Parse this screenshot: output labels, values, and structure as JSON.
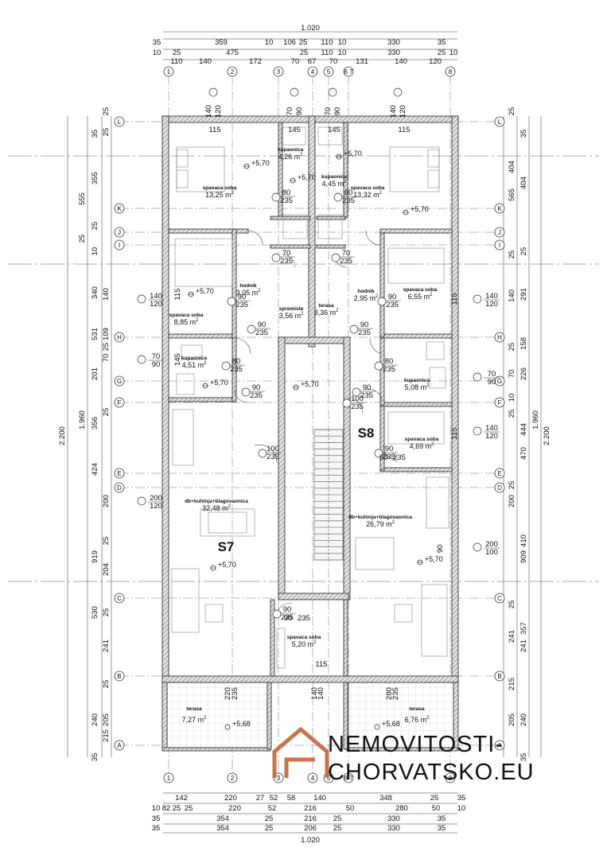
{
  "top_dims": {
    "total": "1.020",
    "row1": [
      "35",
      "359",
      "10",
      "106",
      "25",
      "110",
      "10",
      "330",
      "35"
    ],
    "row2": [
      "10",
      "25",
      "475",
      "25",
      "110",
      "10",
      "330",
      "25",
      "10"
    ],
    "row3": [
      "110",
      "140",
      "172",
      "70",
      "67",
      "70",
      "131",
      "140",
      "120"
    ]
  },
  "bottom_dims": {
    "total": "1.020",
    "row1": [
      "142",
      "220",
      "27",
      "52",
      "58",
      "140",
      "348",
      "25",
      "35"
    ],
    "row2": [
      "10",
      "82",
      "25",
      "25",
      "220",
      "52",
      "216",
      "50",
      "280",
      "50",
      "10"
    ],
    "row3": [
      "35",
      "354",
      "25",
      "216",
      "25",
      "330",
      "35"
    ],
    "row4": [
      "35",
      "354",
      "25",
      "206",
      "25",
      "330",
      "35"
    ]
  },
  "axis_numbers": [
    "1",
    "2",
    "3",
    "4",
    "5",
    "6 7",
    "8"
  ],
  "axis_letters": [
    "L",
    "K",
    "J",
    "I",
    "H",
    "G",
    "F",
    "E",
    "D",
    "C",
    "B",
    "A"
  ],
  "left_dims": {
    "overall": "2.200",
    "mid": "1.960",
    "col1": [
      "35",
      "355",
      "25",
      "10",
      "340",
      "531",
      "201",
      "356",
      "424",
      "919",
      "530",
      "240",
      "35"
    ],
    "col2": [
      "25",
      "25",
      "140",
      "109",
      "25",
      "70",
      "25",
      "200",
      "25",
      "204",
      "25",
      "241",
      "25",
      "205",
      "215"
    ],
    "col3": [
      "555",
      "25"
    ]
  },
  "right_dims": {
    "overall": "2.200",
    "mid": "1.960",
    "col1": [
      "35",
      "404",
      "25",
      "291",
      "158",
      "226",
      "444",
      "470",
      "410",
      "909",
      "357",
      "241",
      "240",
      "35"
    ],
    "col2": [
      "25",
      "404",
      "565",
      "25",
      "140",
      "25",
      "70",
      "10",
      "25",
      "200",
      "25",
      "241",
      "25",
      "215",
      "205"
    ]
  },
  "windows": [
    {
      "w": "140",
      "h": "120"
    },
    {
      "w": "70",
      "h": "90"
    },
    {
      "w": "70",
      "h": "90"
    },
    {
      "w": "140",
      "h": "120"
    },
    {
      "w": "140",
      "h": "120"
    },
    {
      "w": "70",
      "h": "90"
    },
    {
      "w": "200",
      "h": "120"
    },
    {
      "w": "140",
      "h": "120"
    },
    {
      "w": "70",
      "h": "90"
    },
    {
      "w": "140",
      "h": "120"
    },
    {
      "w": "200",
      "h": "100"
    }
  ],
  "window_widths": [
    "115",
    "145",
    "145",
    "115",
    "115",
    "145",
    "115",
    "115"
  ],
  "doors": [
    {
      "w": "80",
      "h": "235"
    },
    {
      "w": "80",
      "h": "235"
    },
    {
      "w": "90",
      "h": "235"
    },
    {
      "w": "90",
      "h": "235"
    },
    {
      "w": "70",
      "h": "235"
    },
    {
      "w": "70",
      "h": "235"
    },
    {
      "w": "90",
      "h": "235"
    },
    {
      "w": "90",
      "h": "235"
    },
    {
      "w": "90",
      "h": "235"
    },
    {
      "w": "90",
      "h": "235"
    },
    {
      "w": "80",
      "h": "235"
    },
    {
      "w": "80",
      "h": "235"
    },
    {
      "w": "90",
      "h": "235"
    },
    {
      "w": "90",
      "h": "235"
    },
    {
      "w": "100",
      "h": "235"
    },
    {
      "w": "100",
      "h": "235"
    },
    {
      "w": "90",
      "h": "235"
    },
    {
      "w": "90",
      "h": "235"
    }
  ],
  "rooms": [
    {
      "name": "spavaca soba",
      "area": "13,25",
      "unit": "m",
      "sup": "2"
    },
    {
      "name": "kupaonica",
      "area": "4,26",
      "unit": "m",
      "sup": "2"
    },
    {
      "name": "kupaonica",
      "area": "4,45",
      "unit": "m",
      "sup": "2"
    },
    {
      "name": "spavaca soba",
      "area": "13,32",
      "unit": "m",
      "sup": "2"
    },
    {
      "name": "hodnik",
      "area": "3,05",
      "unit": "m",
      "sup": "2"
    },
    {
      "name": "spremiste",
      "area": "3,56",
      "unit": "m",
      "sup": "2"
    },
    {
      "name": "terasa",
      "area": "3,36",
      "unit": "m",
      "sup": "2"
    },
    {
      "name": "hodnik",
      "area": "2,95",
      "unit": "m",
      "sup": "2"
    },
    {
      "name": "spavaca soba",
      "area": "6,55",
      "unit": "m",
      "sup": "2"
    },
    {
      "name": "spavaca soba",
      "area": "8,85",
      "unit": "m",
      "sup": "2"
    },
    {
      "name": "kupaonica",
      "area": "4,51",
      "unit": "m",
      "sup": "2"
    },
    {
      "name": "kupaonica",
      "area": "5,08",
      "unit": "m",
      "sup": "2"
    },
    {
      "name": "spavaca soba",
      "area": "4,69",
      "unit": "m",
      "sup": "2"
    },
    {
      "name": "db+kuhinja+blagovaonica",
      "area": "32,48",
      "unit": "m",
      "sup": "2"
    },
    {
      "name": "db+kuhinja+blagovaonica",
      "area": "26,79",
      "unit": "m",
      "sup": "2"
    },
    {
      "name": "spavaca soba",
      "area": "5,20",
      "unit": "m",
      "sup": "2"
    },
    {
      "name": "terasa",
      "area": "7,27",
      "unit": "m",
      "sup": "2"
    },
    {
      "name": "terasa",
      "area": "6,76",
      "unit": "m",
      "sup": "2"
    }
  ],
  "levels": {
    "floor": "+5,70",
    "terrace": "+5,68"
  },
  "apartments": [
    "S7",
    "S8"
  ],
  "small_dims": [
    "115",
    "140",
    "220",
    "235",
    "280",
    "235",
    "140",
    "90"
  ],
  "watermark": {
    "line1": "NEMOVITOSTI-",
    "line2": "CHORVATSKO.EU"
  }
}
